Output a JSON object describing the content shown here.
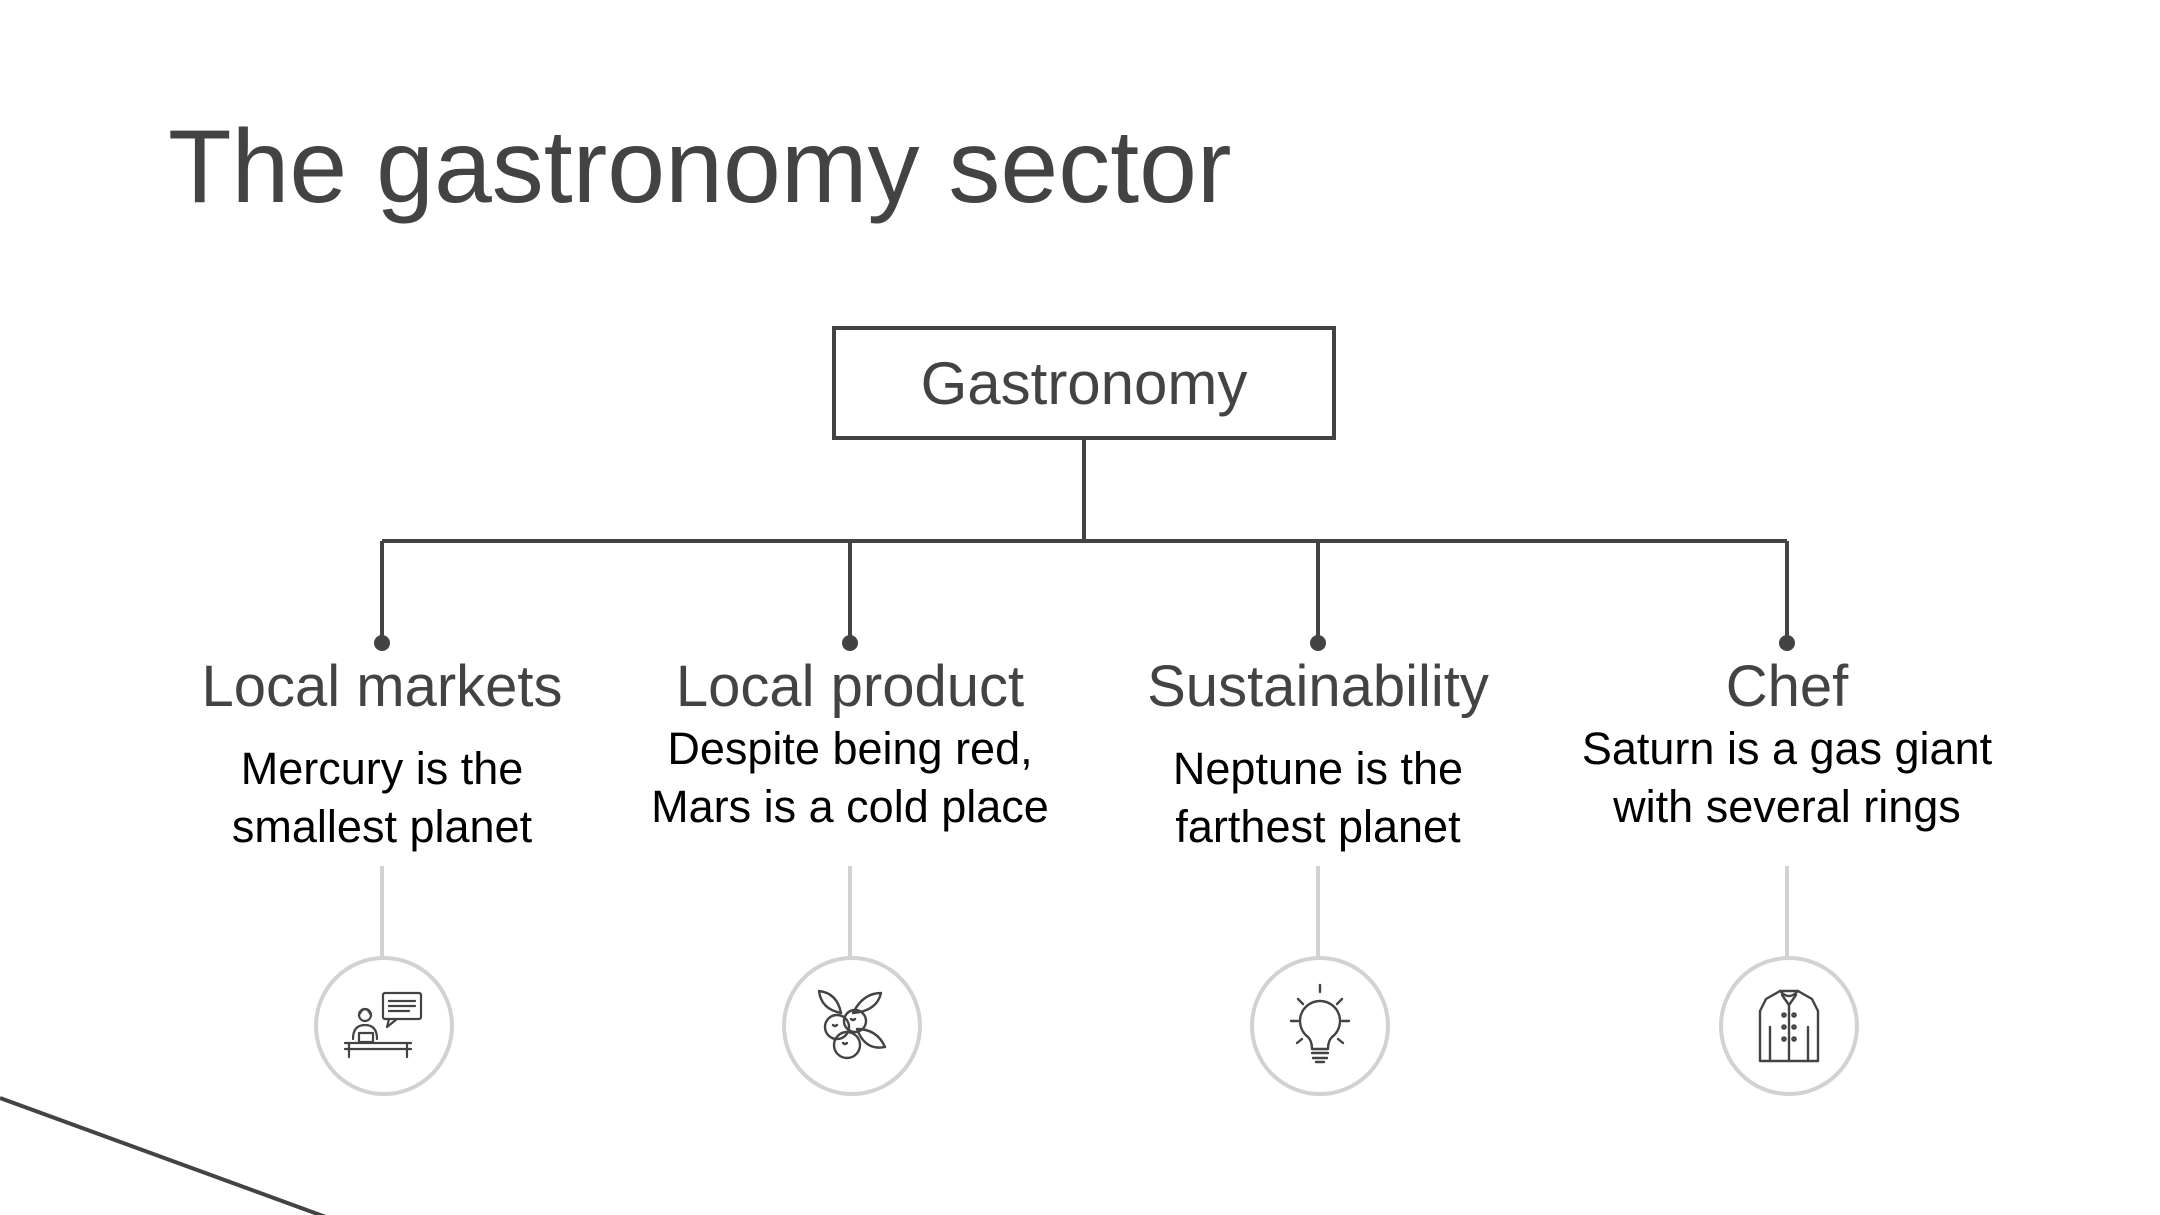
{
  "slide": {
    "title": "The gastronomy sector",
    "root_label": "Gastronomy",
    "items": [
      {
        "heading": "Local markets",
        "description": "Mercury is the smallest planet",
        "icon": "market-vendor-icon"
      },
      {
        "heading": "Local product",
        "description": "Despite being red, Mars is a cold place",
        "icon": "berries-icon"
      },
      {
        "heading": "Sustainability",
        "description": "Neptune is the farthest planet",
        "icon": "lightbulb-icon"
      },
      {
        "heading": "Chef",
        "description": "Saturn is a gas giant with several rings",
        "icon": "chef-jacket-icon"
      }
    ]
  },
  "colors": {
    "text_dark": "#434343",
    "connector_light": "#d2d2d2",
    "description_text": "#000000"
  }
}
